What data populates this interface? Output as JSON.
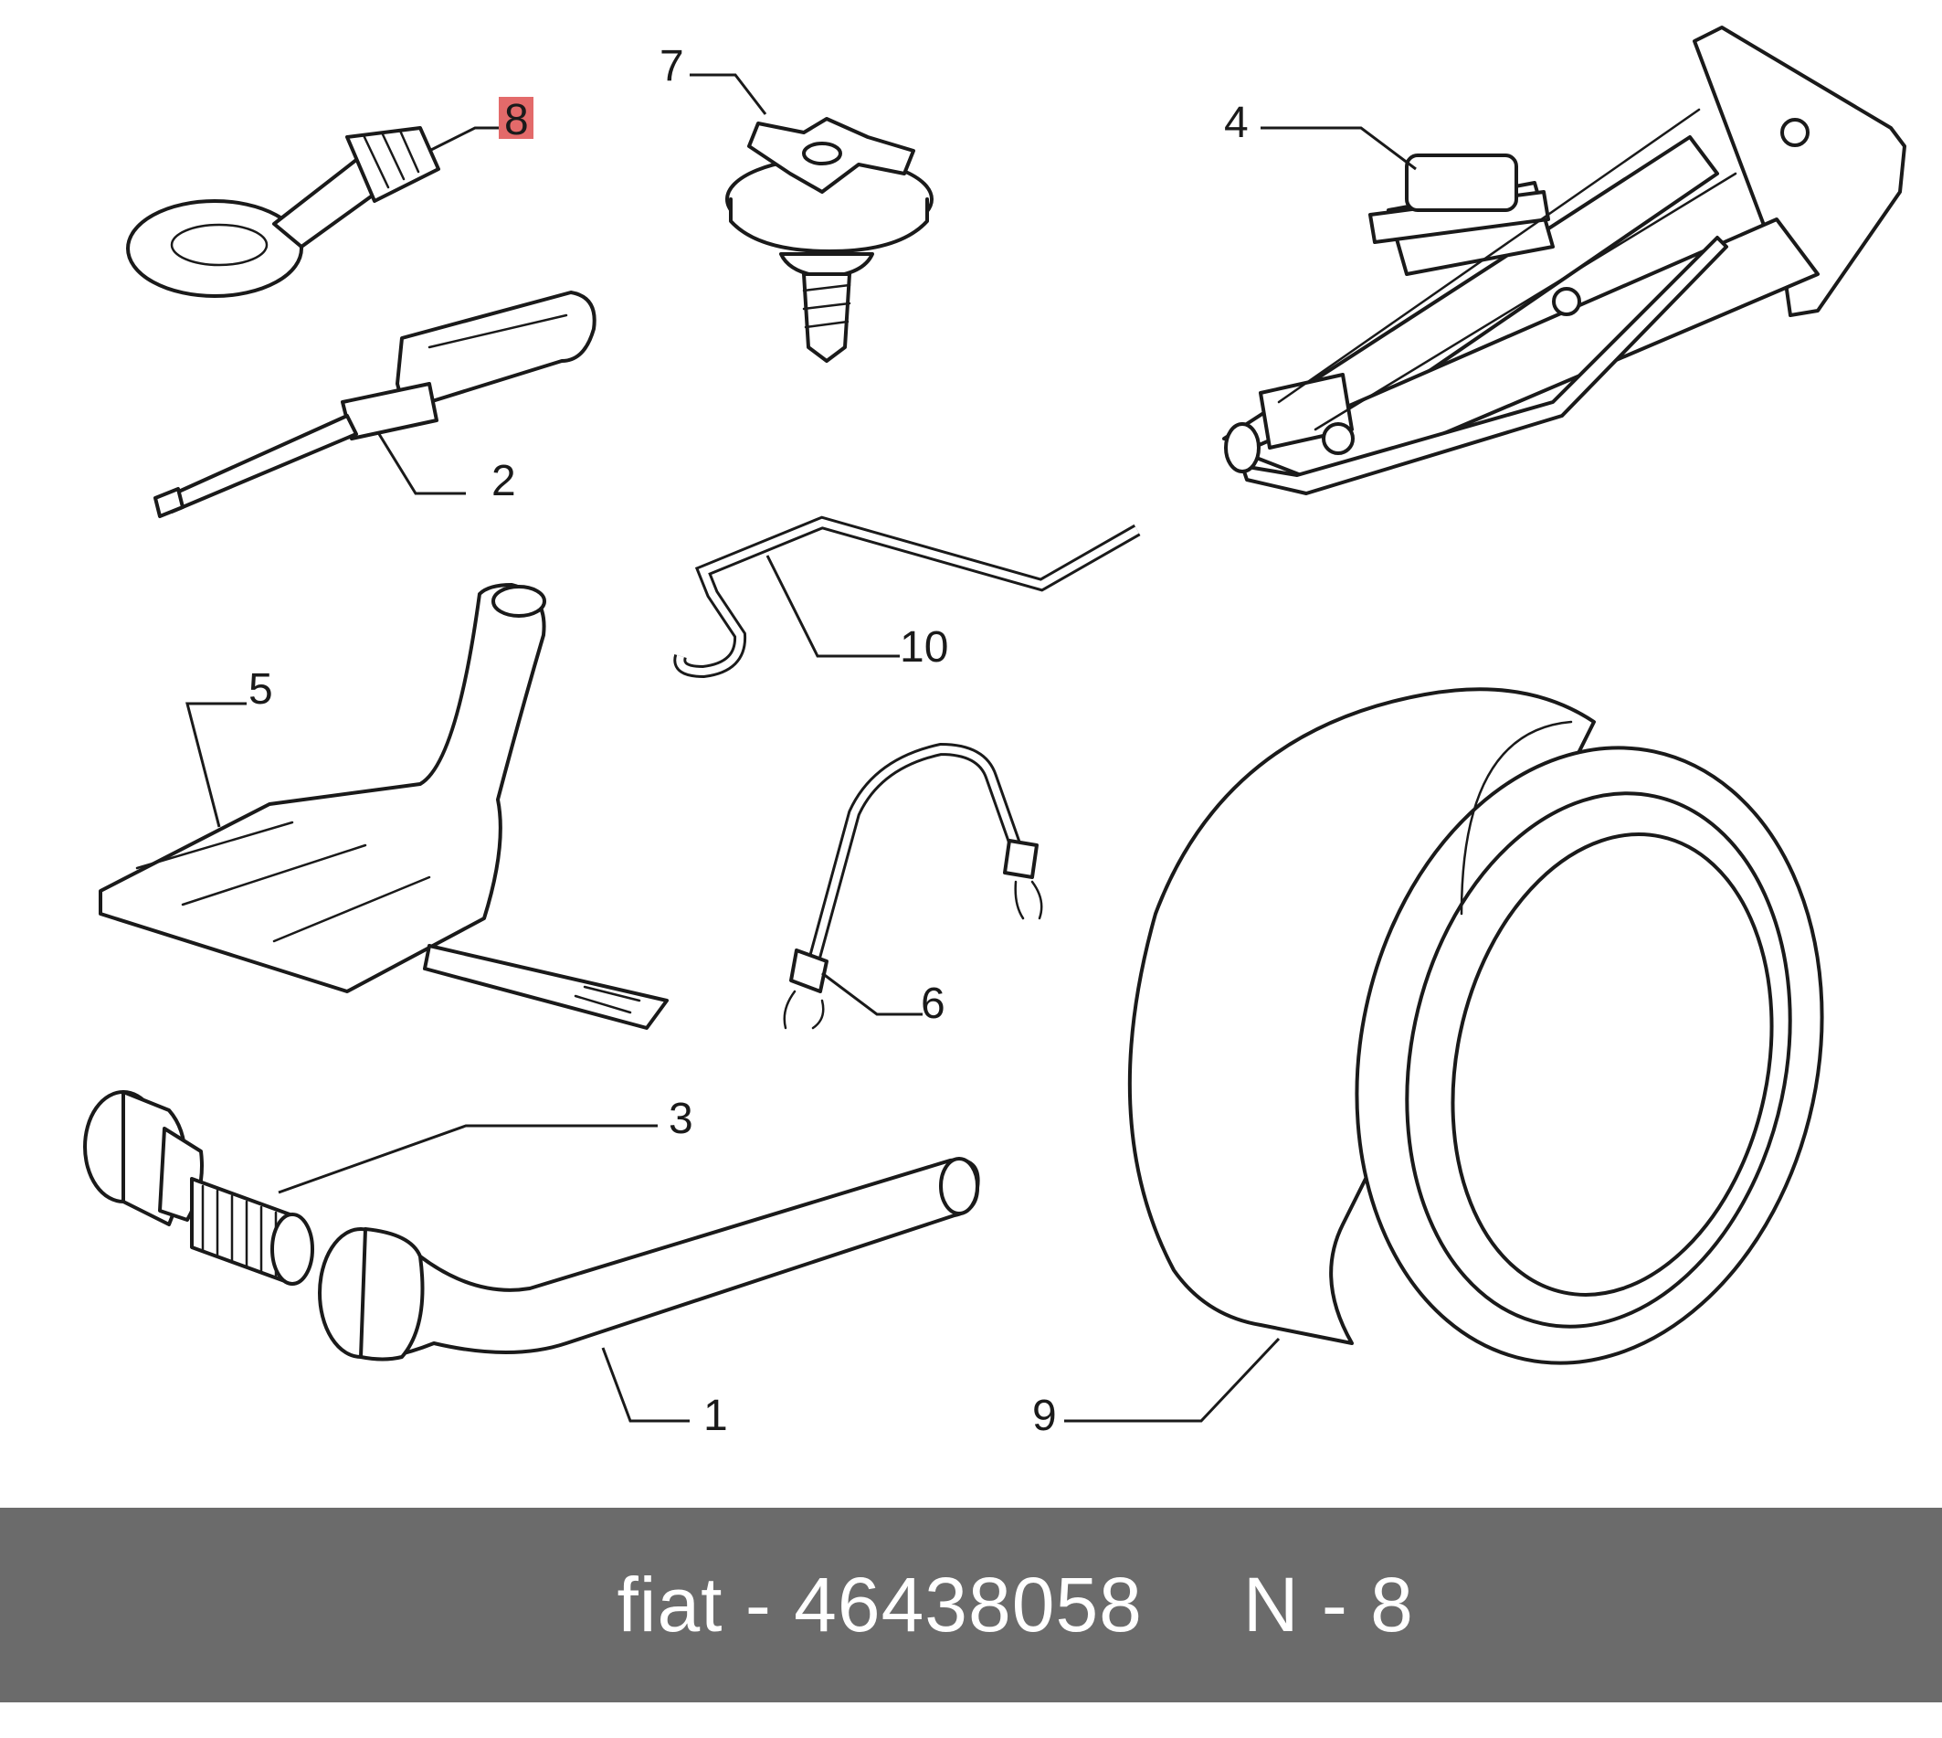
{
  "callouts": {
    "n1": "1",
    "n2": "2",
    "n3": "3",
    "n4": "4",
    "n5": "5",
    "n6": "6",
    "n7": "7",
    "n8": "8",
    "n9": "9",
    "n10": "10"
  },
  "highlighted_callout": "8",
  "footer": {
    "part": "fiat - 46438058",
    "ref": "N - 8"
  },
  "colors": {
    "footer_bg": "#6b6b6b",
    "footer_text": "#ffffff",
    "highlight": "#e36a6a",
    "line": "#1a1a1a"
  }
}
